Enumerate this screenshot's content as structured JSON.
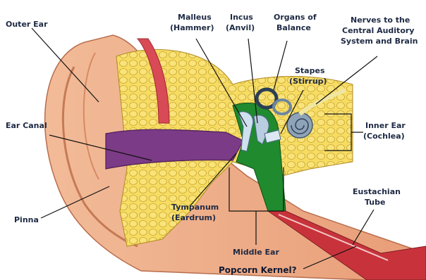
{
  "labels": {
    "outer_ear": "Outer Ear",
    "malleus": [
      "Malleus",
      "(Hammer)"
    ],
    "incus": [
      "Incus",
      "(Anvil)"
    ],
    "organs_of_balance": [
      "Organs of",
      "Balance"
    ],
    "nerves": [
      "Nerves to the",
      "Central Auditory",
      "System and Brain"
    ],
    "stapes": [
      "Stapes",
      "(Stirrup)"
    ],
    "ear_canal": "Ear Canal",
    "inner_ear": [
      "Inner Ear",
      "(Cochlea)"
    ],
    "eustachian_tube": [
      "Eustachian",
      "Tube"
    ],
    "pinna": "Pinna",
    "tympanum": [
      "Tympanum",
      "(Eardrum)"
    ],
    "middle_ear": "Middle Ear",
    "popcorn_kernel": "Popcorn Kernel?"
  },
  "colors": {
    "skin": "#efb08c",
    "skin_dark": "#d98b66",
    "bone": "#f3d75a",
    "canal": "#7b3b86",
    "middle": "#1f8a2e",
    "tube": "#c8333b",
    "cochlea": "#7f93a6",
    "label": "#1e2a44"
  }
}
